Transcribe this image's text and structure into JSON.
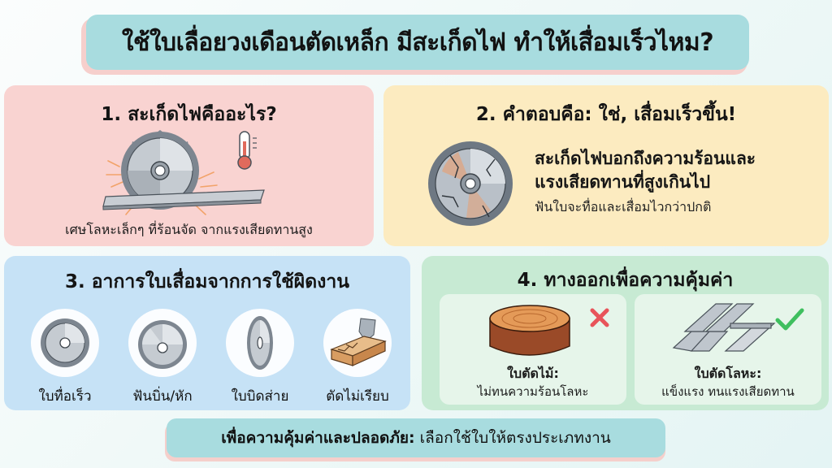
{
  "title": "ใช้ใบเลื่อยวงเดือนตัดเหล็ก มีสะเก็ดไฟ ทำให้เสื่อมเร็วไหม?",
  "panels": {
    "what_are_sparks": {
      "heading": "1. สะเก็ดไฟคืออะไร?",
      "caption": "เศษโลหะเล็กๆ ที่ร้อนจัด จากแรงเสียดทานสูง",
      "icons": [
        "saw-blade-icon",
        "thermometer-icon",
        "metal-bar-icon",
        "sparks-icon"
      ],
      "color": "#f9d3d1"
    },
    "answer": {
      "heading": "2. คำตอบคือ: ใช่, เสื่อมเร็วขึ้น!",
      "line1": "สะเก็ดไฟบอกถึงความร้อนและ",
      "line2": "แรงเสียดทานที่สูงเกินไป",
      "sub": "ฟันใบจะทื่อและเสื่อมไวกว่าปกติ",
      "icons": [
        "cracked-saw-blade-icon"
      ],
      "color": "#fcebc0"
    },
    "symptoms": {
      "heading": "3. อาการใบเสื่อมจากการใช้ผิดงาน",
      "items": [
        {
          "label": "ใบทื่อเร็ว",
          "icon": "dull-blade-icon"
        },
        {
          "label": "ฟันบิ่น/หัก",
          "icon": "chipped-teeth-blade-icon"
        },
        {
          "label": "ใบบิดส่าย",
          "icon": "warped-blade-icon"
        },
        {
          "label": "ตัดไม่เรียบ",
          "icon": "rough-cut-wood-icon"
        }
      ],
      "color": "#c6e2f6"
    },
    "solution": {
      "heading": "4. ทางออกเพื่อความคุ้มค่า",
      "choices": [
        {
          "title": "ใบตัดไม้:",
          "sub": "ไม่ทนความร้อนโลหะ",
          "icon": "wood-log-icon",
          "status": "wrong",
          "mark_color": "#e8545a"
        },
        {
          "title": "ใบตัดโลหะ:",
          "sub": "แข็งแรง ทนแรงเสียดทาน",
          "icon": "steel-bars-icon",
          "status": "correct",
          "mark_color": "#3fbf5f"
        }
      ],
      "color": "#c7ead3"
    }
  },
  "footer": {
    "bold": "เพื่อความคุ้มค่าและปลอดภัย:",
    "text": "เลือกใช้ใบให้ตรงประเภทงาน"
  }
}
